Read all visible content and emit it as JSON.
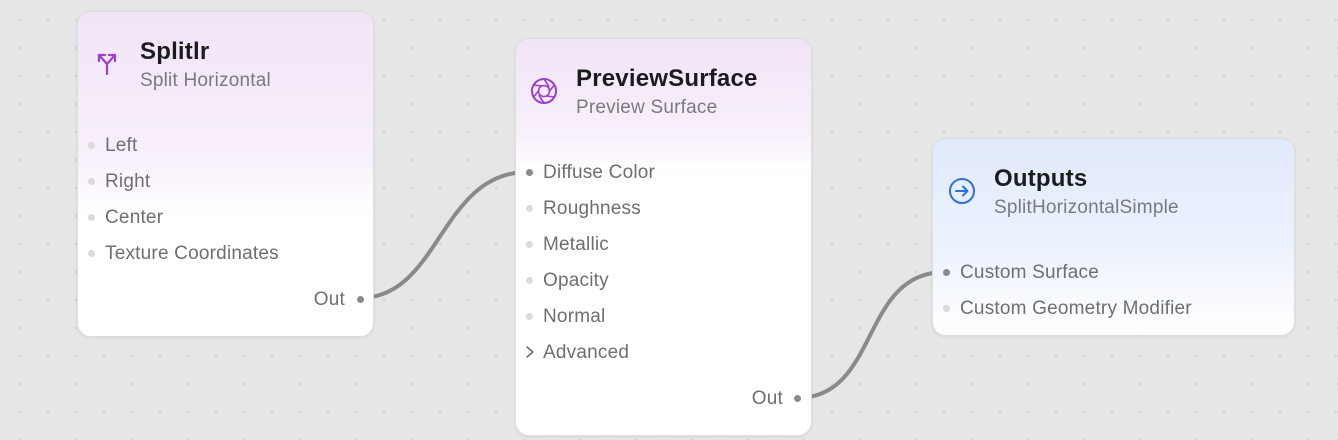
{
  "nodes": {
    "splitlr": {
      "title": "Splitlr",
      "subtitle": "Split Horizontal",
      "icon": "split-arrows-icon",
      "inputs": [
        "Left",
        "Right",
        "Center",
        "Texture Coordinates"
      ],
      "output": "Out"
    },
    "preview_surface": {
      "title": "PreviewSurface",
      "subtitle": "Preview Surface",
      "icon": "aperture-icon",
      "inputs": [
        "Diffuse Color",
        "Roughness",
        "Metallic",
        "Opacity",
        "Normal"
      ],
      "advanced_label": "Advanced",
      "output": "Out"
    },
    "outputs": {
      "title": "Outputs",
      "subtitle": "SplitHorizontalSimple",
      "icon": "arrow-circle-right-icon",
      "inputs": [
        "Custom Surface",
        "Custom Geometry Modifier"
      ]
    }
  },
  "colors": {
    "canvas": "#e6e6e6",
    "purple_header": "#f1e4f7",
    "blue_header": "#e1eafc",
    "purple_icon": "#9b3fd1",
    "blue_icon": "#2f6fe0",
    "wire": "#8a8a8e"
  }
}
